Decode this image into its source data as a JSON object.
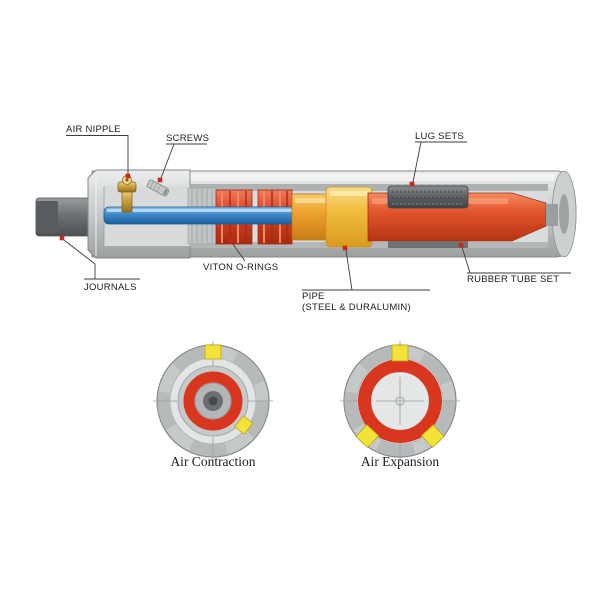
{
  "page": {
    "background": "#ffffff"
  },
  "assembly": {
    "callouts": {
      "air_nipple": "AIR NIPPLE",
      "screws": "SCREWS",
      "lug_sets": "LUG SETS",
      "viton_o_rings": "VITON O-RINGS",
      "journals": "JOURNALS",
      "pipe": "PIPE",
      "pipe_material": "(STEEL & DURALUMIN)",
      "rubber_tube_set": "RUBBER TUBE SET"
    },
    "parts_colors": {
      "marker_red": "#c9281c",
      "oring_red": "#d84326",
      "rubber_tube_red": "#d94a24",
      "pipe_blue": "#3c88c8",
      "core_orange": "#eda22e",
      "collar_yellow": "#f2bc3e",
      "lug_gray": "#5f6264",
      "lug_yellow": "#f2e23a",
      "brass_nipple": "#c9a23f",
      "metal_gray": "#c6c9ca"
    }
  },
  "cross_sections": {
    "contraction": {
      "caption": "Air Contraction"
    },
    "expansion": {
      "caption": "Air Expansion"
    }
  }
}
